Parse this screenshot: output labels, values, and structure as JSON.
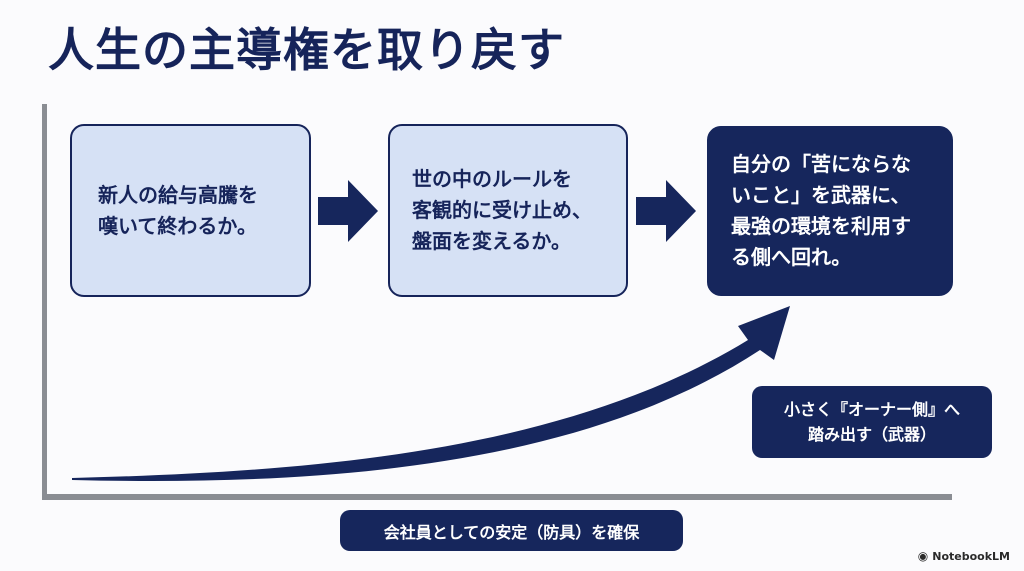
{
  "title": "人生の主導権を取り戻す",
  "steps": [
    {
      "lines": [
        "新人の給与高騰を",
        "嘆いて終わるか。"
      ]
    },
    {
      "lines": [
        "世の中のルールを",
        "客観的に受け止め、",
        "盤面を変えるか。"
      ]
    },
    {
      "lines": [
        "自分の「苦にならな",
        "いこと」を武器に、",
        "最強の環境を利用す",
        "る側へ回れ。"
      ]
    }
  ],
  "growth_label": {
    "lines": [
      "小さく『オーナー側』へ",
      "踏み出す（武器）"
    ]
  },
  "baseline_label": "会社員としての安定（防具）を確保",
  "watermark": "NotebookLM",
  "colors": {
    "navy": "#16265c",
    "light_blue": "#d6e1f5",
    "axis": "#8a8d93"
  }
}
